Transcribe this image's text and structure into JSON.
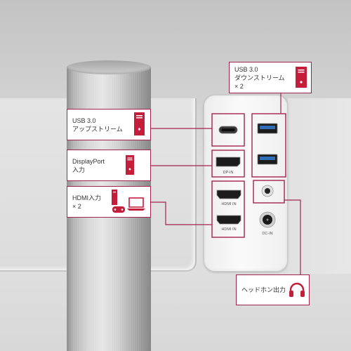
{
  "callouts": {
    "usb_downstream": {
      "lines": [
        "USB 3.0",
        "ダウンストリーム",
        "× 2"
      ]
    },
    "usb_upstream": {
      "lines": [
        "USB 3.0",
        "アップストリーム"
      ]
    },
    "displayport": {
      "lines": [
        "DisplayPort",
        "入力"
      ]
    },
    "hdmi": {
      "lines": [
        "HDMI入力",
        "× 2"
      ]
    },
    "headphone": {
      "lines": [
        "ヘッドホン出力"
      ]
    }
  },
  "port_labels": {
    "dp": "DP-IN",
    "hdmi_1": "HDMI IN",
    "hdmi_2": "HDMI IN",
    "dc": "DC-IN"
  },
  "colors": {
    "accent": "#a3234c",
    "icon": "#c41e3a",
    "usb_blue": "#2f6db5"
  },
  "icons": {
    "usb_downstream": "usb-device-icon",
    "usb_upstream": "pc-tower-icon",
    "displayport": "pc-tower-icon",
    "hdmi": [
      "game-console-icon",
      "laptop-icon"
    ],
    "headphone": "headphones-icon"
  }
}
